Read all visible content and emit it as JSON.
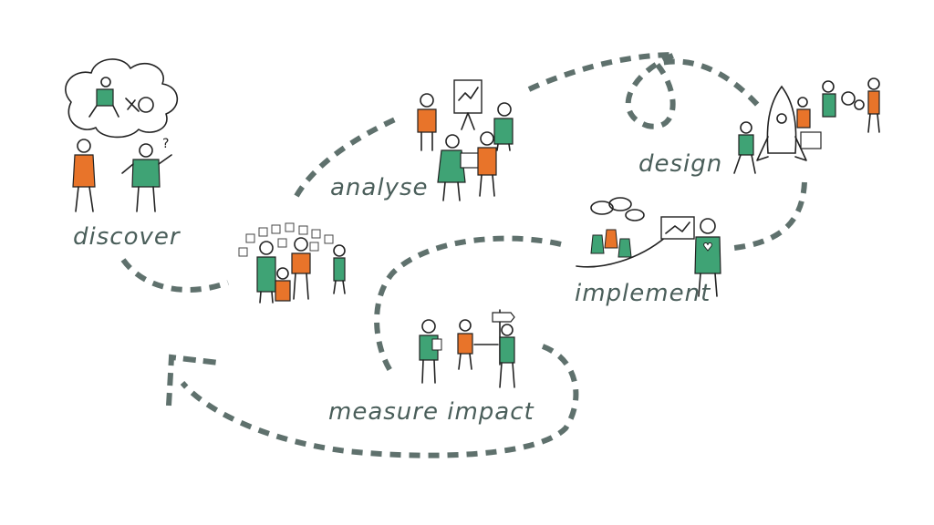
{
  "stages": {
    "discover": "discover",
    "analyse": "analyse",
    "design": "design",
    "implement": "implement",
    "measure_impact": "measure impact"
  },
  "colors": {
    "green": "#3fa375",
    "orange": "#e8742a",
    "path": "#5f716d",
    "label": "#4a5e5a",
    "ink": "#222222"
  },
  "icons": [
    "thought-cloud-icon",
    "flipchart-icon",
    "rocket-icon",
    "gears-icon",
    "signpost-icon",
    "picture-board-icon",
    "sticky-notes-icon",
    "heart-icon"
  ]
}
